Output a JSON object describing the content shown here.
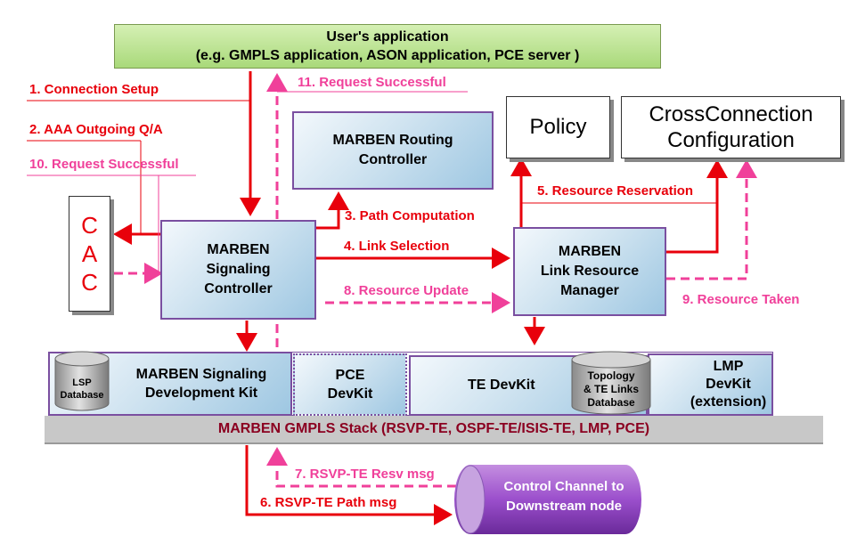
{
  "user_app": {
    "title": "User's application",
    "subtitle": "(e.g. GMPLS application, ASON application, PCE server )"
  },
  "routing_controller": {
    "line1": "MARBEN Routing",
    "line2": "Controller"
  },
  "policy": {
    "label": "Policy"
  },
  "crossconnection": {
    "line1": "CrossConnection",
    "line2": "Configuration"
  },
  "cac": {
    "line1": "C",
    "line2": "A",
    "line3": "C"
  },
  "signaling_controller": {
    "line1": "MARBEN",
    "line2": "Signaling",
    "line3": "Controller"
  },
  "link_resource_manager": {
    "line1": "MARBEN",
    "line2": "Link Resource",
    "line3": "Manager"
  },
  "devkits": {
    "lsp_db": {
      "line1": "LSP",
      "line2": "Database"
    },
    "signaling_devkit": {
      "line1": "MARBEN Signaling",
      "line2": "Development Kit"
    },
    "pce_devkit": {
      "line1": "PCE",
      "line2": "DevKit"
    },
    "te_devkit": {
      "label": "TE DevKit"
    },
    "topology_db": {
      "line1": "Topology",
      "line2": "& TE Links",
      "line3": "Database"
    },
    "lmp_devkit": {
      "line1": "LMP",
      "line2": "DevKit",
      "line3": "(extension)"
    }
  },
  "stack_bar": {
    "label": "MARBEN  GMPLS Stack (RSVP-TE, OSPF-TE/ISIS-TE, LMP, PCE)"
  },
  "control_channel": {
    "line1": "Control Channel to",
    "line2": "Downstream node"
  },
  "steps": {
    "s1": "1. Connection Setup",
    "s2": "2. AAA Outgoing Q/A",
    "s3": "3. Path Computation",
    "s4": "4. Link Selection",
    "s5": "5. Resource Reservation",
    "s6": "6. RSVP-TE Path msg",
    "s7": "7. RSVP-TE Resv msg",
    "s8": "8. Resource Update",
    "s9": "9. Resource Taken",
    "s10": "10. Request Successful",
    "s11": "11. Request Successful"
  },
  "colors": {
    "red": "#e8000b",
    "pink": "#f0409a",
    "purple_border": "#7a4fa0",
    "green": "#b7e08f",
    "stack_gray": "#c8c8c8"
  }
}
